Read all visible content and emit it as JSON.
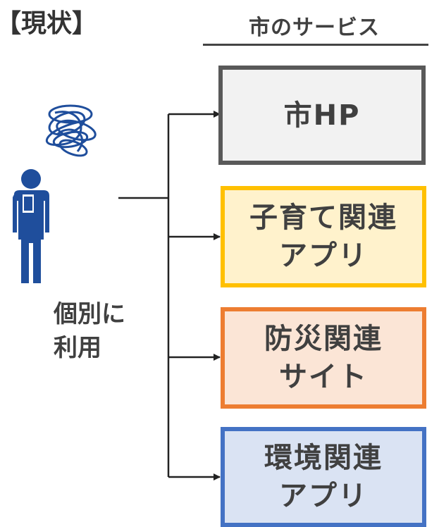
{
  "title": "【現状】",
  "services_header": "市のサービス",
  "user_label": "個別に\n利用",
  "services": [
    {
      "label": "市HP",
      "border": "#595959",
      "fill": "#f2f2f2"
    },
    {
      "label": "子育て関連\nアプリ",
      "border": "#ffc000",
      "fill": "#fff2cc"
    },
    {
      "label": "防災関連\nサイト",
      "border": "#ed7d31",
      "fill": "#fbe5d6"
    },
    {
      "label": "環境関連\nアプリ",
      "border": "#4472c4",
      "fill": "#dae3f3"
    }
  ],
  "colors": {
    "person": "#1f4e9c",
    "connector": "#222222"
  },
  "icons": [
    "tangled-thought-icon",
    "person-with-phone-icon"
  ]
}
